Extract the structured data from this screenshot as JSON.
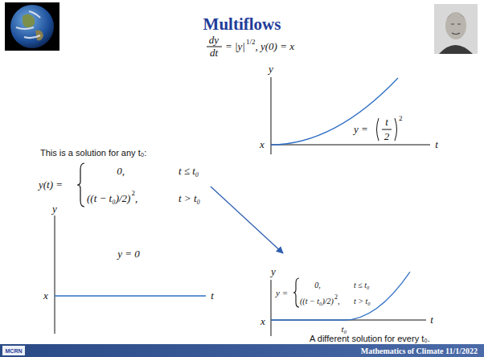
{
  "diagram": {
    "title": "Multiflows",
    "labels": [
      "dy",
      "dt",
      "= |y|",
      "1/2",
      ", y(0) = x",
      "This is a solution for any t₀:",
      "y(t) =",
      "0,",
      "t ≤ t₀",
      "((t − t₀)/2)",
      "2",
      ",",
      "t > t₀",
      "y",
      "t",
      "x",
      "y =",
      "t",
      "2",
      "2",
      "y",
      "y = 0",
      "x",
      "t",
      "y",
      "y =",
      "0,",
      "t ≤ t₀",
      "((t − t₀)/2)",
      "2",
      ",",
      "t > t₀",
      "x",
      "t",
      "t₀",
      "A different solution for every t₀.",
      "MCRN",
      "Mathematics of Climate 11/1/2022"
    ]
  }
}
